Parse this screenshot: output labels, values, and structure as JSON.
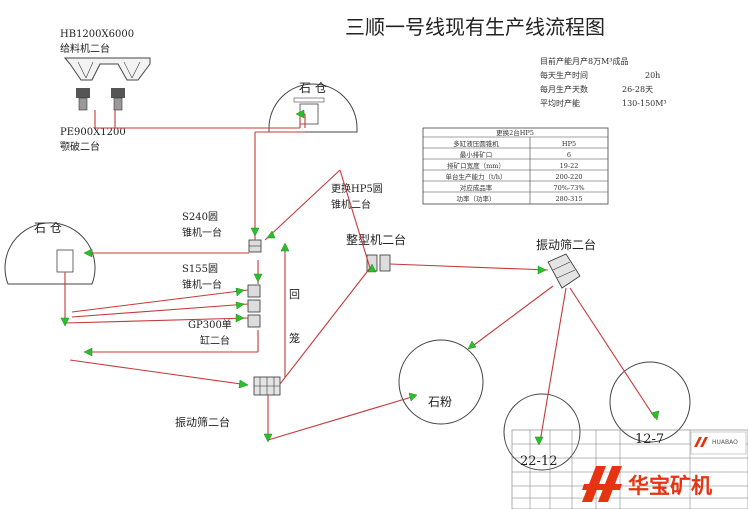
{
  "title": "三顺一号线现有生产线流程图",
  "stats": [
    {
      "label": "目前产能月产8万M³成品",
      "value": ""
    },
    {
      "label": "每天生产时间",
      "value": "20h"
    },
    {
      "label": "每月生产天数",
      "value": "26-28天"
    },
    {
      "label": "平均时产能",
      "value": "130-150M³"
    }
  ],
  "table": {
    "caption": "更换2台HP5",
    "rows": [
      [
        "多缸液压圆锥机",
        "HP5"
      ],
      [
        "最小排矿口",
        "6"
      ],
      [
        "排矿口宽度（mm）",
        "19-22"
      ],
      [
        "单台生产能力（t/h）",
        "200-220"
      ],
      [
        "对应成品率",
        "70%-73%"
      ],
      [
        "功率（功率）",
        "280-315"
      ]
    ]
  },
  "labels": {
    "feeder_line1": "HB1200X6000",
    "feeder_line2": "给料机二台",
    "jaw_line1": "PE900X1200",
    "jaw_line2": "颚破二台",
    "silo_top": "石  仓",
    "silo_left": "石  仓",
    "s240_line1": "S240圆",
    "s240_line2": "锥机一台",
    "s155_line1": "S155圆",
    "s155_line2": "锥机一台",
    "gp300_line1": "GP300单",
    "gp300_line2": "缸二台",
    "hp5_line1": "更换HP5圆",
    "hp5_line2": "锥机二台",
    "return_1": "回",
    "return_2": "笼",
    "shaper": "整型机二台",
    "screen_right": "振动筛二台",
    "screen_left": "振动筛二台",
    "powder": "石粉",
    "product_a": "12-7",
    "product_b": "22-12"
  },
  "brand": {
    "name": "华宝矿机",
    "color": "#e63312"
  },
  "colors": {
    "line": "#c63a3a",
    "arrow": "#2bbf2b"
  }
}
